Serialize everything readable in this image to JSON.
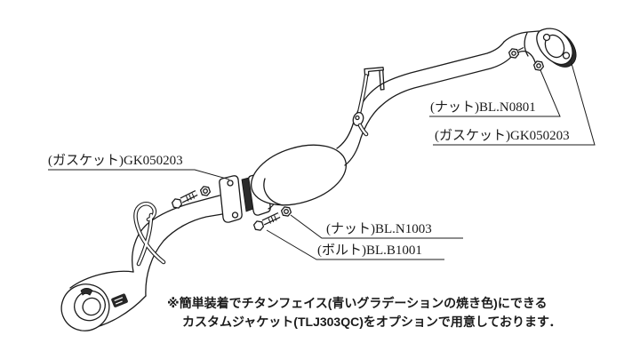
{
  "colors": {
    "ink": "#1b1b1b",
    "paper": "#ffffff"
  },
  "labels": {
    "gasket_left": "(ガスケット)GK050203",
    "nut_upper_right": "(ナット)BL.N0801",
    "gasket_right": "(ガスケット)GK050203",
    "nut_mid": "(ナット)BL.N1003",
    "bolt_mid": "(ボルト)BL.B1001"
  },
  "footnote": {
    "line1": "※簡単装着でチタンフェイス(青いグラデーションの焼き色)にできる",
    "line2": "カスタムジャケット(TLJ303QC)をオプションで用意しております．"
  },
  "illustration": {
    "description": "Line drawing of an exhaust system: muffler with angled open tip and logo badge, hanger hooks, mid-pipe two-bolt flange joint with gasket, oval sub-silencer, curved piping with hanger bracket leading to rear flange with gasket and nuts"
  }
}
